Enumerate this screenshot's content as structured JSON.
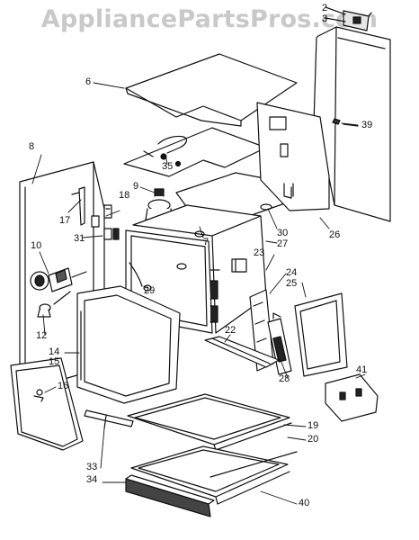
{
  "watermark": "AppliancePartsPros.com",
  "callouts": [
    {
      "id": "2",
      "text": "2"
    },
    {
      "id": "3",
      "text": "3"
    },
    {
      "id": "6",
      "text": "6"
    },
    {
      "id": "39",
      "text": "39"
    },
    {
      "id": "8",
      "text": "8"
    },
    {
      "id": "35",
      "text": "35"
    },
    {
      "id": "9",
      "text": "9"
    },
    {
      "id": "18",
      "text": "18"
    },
    {
      "id": "17",
      "text": "17"
    },
    {
      "id": "31",
      "text": "31"
    },
    {
      "id": "7",
      "text": "7"
    },
    {
      "id": "30",
      "text": "30"
    },
    {
      "id": "27",
      "text": "27"
    },
    {
      "id": "26",
      "text": "26"
    },
    {
      "id": "10",
      "text": "10"
    },
    {
      "id": "23",
      "text": "23"
    },
    {
      "id": "24",
      "text": "24"
    },
    {
      "id": "25",
      "text": "25"
    },
    {
      "id": "29",
      "text": "29"
    },
    {
      "id": "12",
      "text": "12"
    },
    {
      "id": "14",
      "text": "14"
    },
    {
      "id": "15",
      "text": "15"
    },
    {
      "id": "22",
      "text": "22"
    },
    {
      "id": "41",
      "text": "41"
    },
    {
      "id": "16",
      "text": "16"
    },
    {
      "id": "28",
      "text": "28"
    },
    {
      "id": "19",
      "text": "19"
    },
    {
      "id": "20",
      "text": "20"
    },
    {
      "id": "33",
      "text": "33"
    },
    {
      "id": "34",
      "text": "34"
    },
    {
      "id": "40",
      "text": "40"
    }
  ]
}
